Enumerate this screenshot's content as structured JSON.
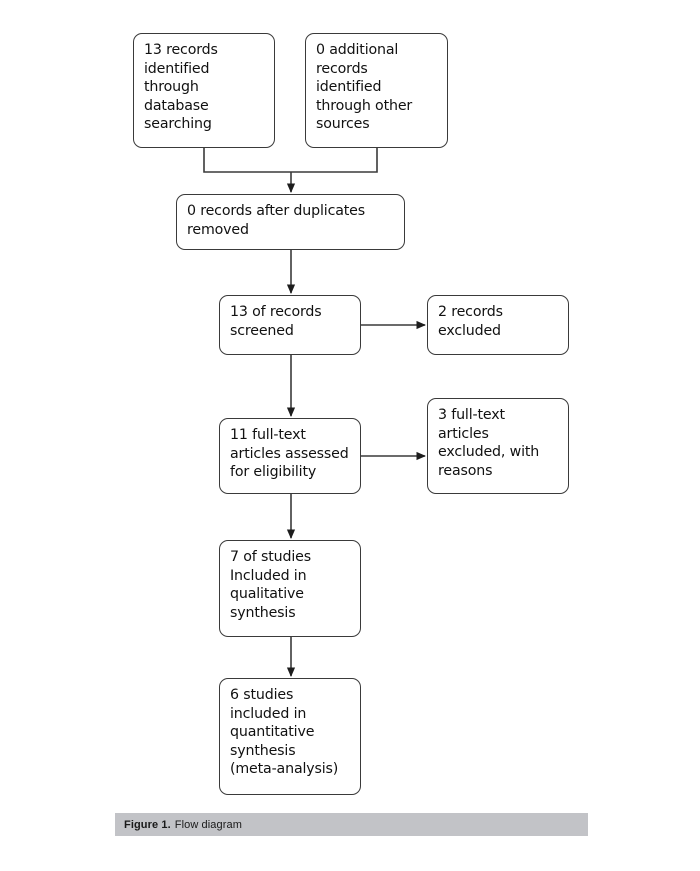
{
  "figure": {
    "caption_label": "Figure 1.",
    "caption_text": "Flow diagram",
    "caption_bg": "#c2c3c7",
    "page_bg": "#ffffff",
    "stroke_color": "#3a3a3a"
  },
  "diagram": {
    "type": "prisma-flow-diagram",
    "nodes": [
      {
        "id": "db_records",
        "text": "13 records\nidentified\nthrough\ndatabase\nsearching",
        "count": 13
      },
      {
        "id": "other_records",
        "text": "0 additional\nrecords\nidentified\nthrough other\nsources",
        "count": 0
      },
      {
        "id": "after_duplicates",
        "text": "0 records after duplicates\nremoved",
        "count": 0
      },
      {
        "id": "records_screened",
        "text": "13 of records\nscreened",
        "count": 13
      },
      {
        "id": "records_excluded",
        "text": "2 records\nexcluded",
        "count": 2
      },
      {
        "id": "fulltext_assessed",
        "text": "11 full-text\narticles assessed\nfor eligibility",
        "count": 11
      },
      {
        "id": "fulltext_excluded",
        "text": "3 full-text\narticles\nexcluded, with\nreasons",
        "count": 3
      },
      {
        "id": "qualitative",
        "text": "7 of studies\nIncluded in\nqualitative\nsynthesis",
        "count": 7
      },
      {
        "id": "quantitative",
        "text": "6 studies\nincluded in\nquantitative\nsynthesis\n(meta-analysis)",
        "count": 6
      }
    ],
    "edges": [
      {
        "from": "db_records",
        "to": "after_duplicates"
      },
      {
        "from": "other_records",
        "to": "after_duplicates"
      },
      {
        "from": "after_duplicates",
        "to": "records_screened"
      },
      {
        "from": "records_screened",
        "to": "records_excluded"
      },
      {
        "from": "records_screened",
        "to": "fulltext_assessed"
      },
      {
        "from": "fulltext_assessed",
        "to": "fulltext_excluded"
      },
      {
        "from": "fulltext_assessed",
        "to": "qualitative"
      },
      {
        "from": "qualitative",
        "to": "quantitative"
      }
    ]
  }
}
